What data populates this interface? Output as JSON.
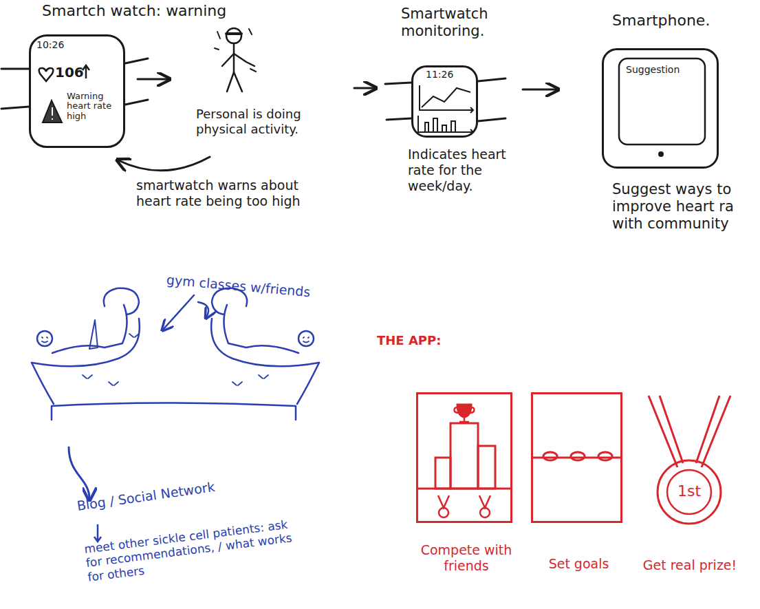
{
  "diagram": {
    "nodes": [
      {
        "text": [
          "Smartch watch: warning",
          "10:26",
          "106",
          "Warning heart rate high"
        ]
      },
      {
        "text": [
          "Personal is doing physical activity."
        ]
      },
      {
        "text": [
          "Smartwatch monitoring.",
          "11:26",
          "Indicates heart rate for the week/day."
        ]
      },
      {
        "text": [
          "Smartphone.",
          "Suggestion",
          "Suggest ways to improve heart ra with community"
        ]
      },
      {
        "text": [
          "gym classes w/friends"
        ]
      },
      {
        "text": [
          "Blog / Social Network",
          "meet other sickle cell patients: ask for recommendations, / what works for others"
        ]
      },
      {
        "text": [
          "Compete with friends"
        ]
      },
      {
        "text": [
          "Set goals"
        ]
      },
      {
        "text": [
          "1st",
          "Get real prize!"
        ]
      }
    ],
    "edges": [
      {
        "from": 0,
        "to": 1,
        "arrow": "to"
      },
      {
        "from": 1,
        "to": 0,
        "label": "smartwatch warns about heart rate being too high",
        "arrow": "to"
      },
      {
        "from": 1,
        "to": 2,
        "arrow": "to"
      },
      {
        "from": 2,
        "to": 3,
        "arrow": "to"
      },
      {
        "from": 4,
        "to": 5,
        "arrow": "to"
      }
    ],
    "labels": [
      "THE APP:"
    ]
  }
}
